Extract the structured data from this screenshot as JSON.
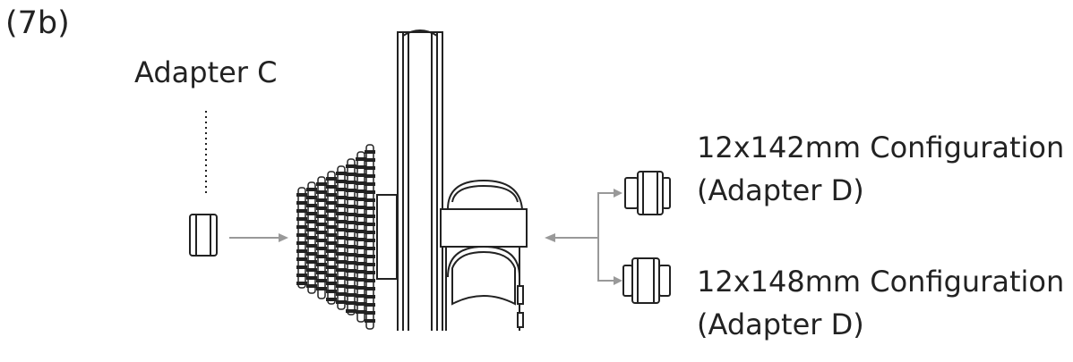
{
  "step_label": "(7b)",
  "adapter_c_label": "Adapter C",
  "config_142": {
    "line1": "12x142mm Configuration",
    "line2": "(Adapter D)"
  },
  "config_148": {
    "line1": "12x148mm Configuration",
    "line2": "(Adapter D)"
  },
  "colors": {
    "ink": "#222222",
    "arrow": "#999999"
  }
}
